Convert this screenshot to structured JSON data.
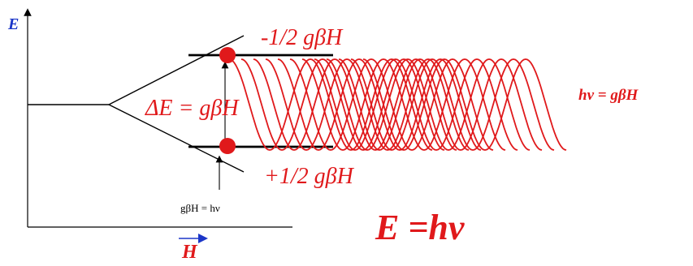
{
  "top_caption": "",
  "axes": {
    "y_label": "E",
    "x_label": "H"
  },
  "labels": {
    "upper_state": "-1/2 gβH",
    "lower_state": "+1/2 gβH",
    "delta_e": "ΔE = gβH",
    "resonance_small": "gβH = hν",
    "resonance_right": "hν = gβH",
    "big_equation": "E =hν"
  },
  "colors": {
    "red": "#e0191b",
    "black": "#000000",
    "blue": "#1b36c8"
  },
  "wave": {
    "count": 12,
    "periods": 2.5
  }
}
